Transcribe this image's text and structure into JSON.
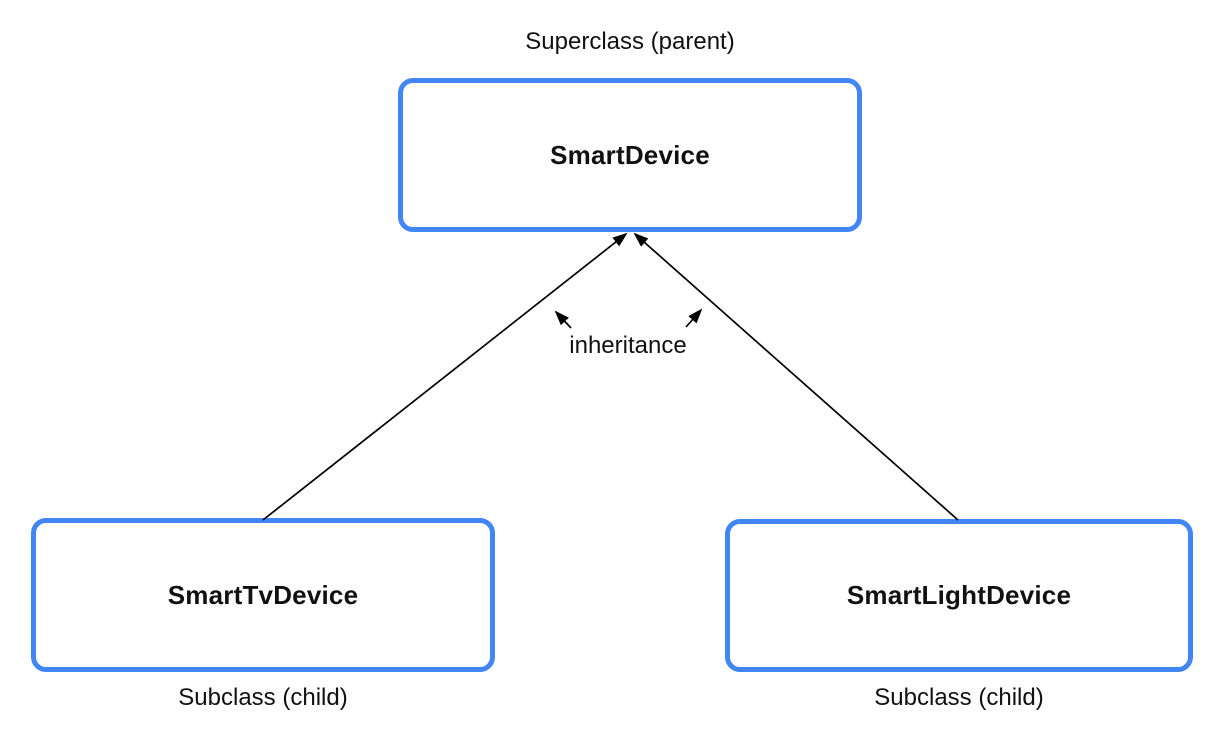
{
  "diagram": {
    "superclass": {
      "caption": "Superclass (parent)",
      "name": "SmartDevice"
    },
    "inheritance_label": "inheritance",
    "subclasses": [
      {
        "name": "SmartTvDevice",
        "caption": "Subclass (child)"
      },
      {
        "name": "SmartLightDevice",
        "caption": "Subclass (child)"
      }
    ],
    "colors": {
      "box_border": "#4285F4",
      "box_fill": "#FFFFFF",
      "arrow": "#000000",
      "text": "#111111",
      "background": "#FFFFFF"
    }
  }
}
